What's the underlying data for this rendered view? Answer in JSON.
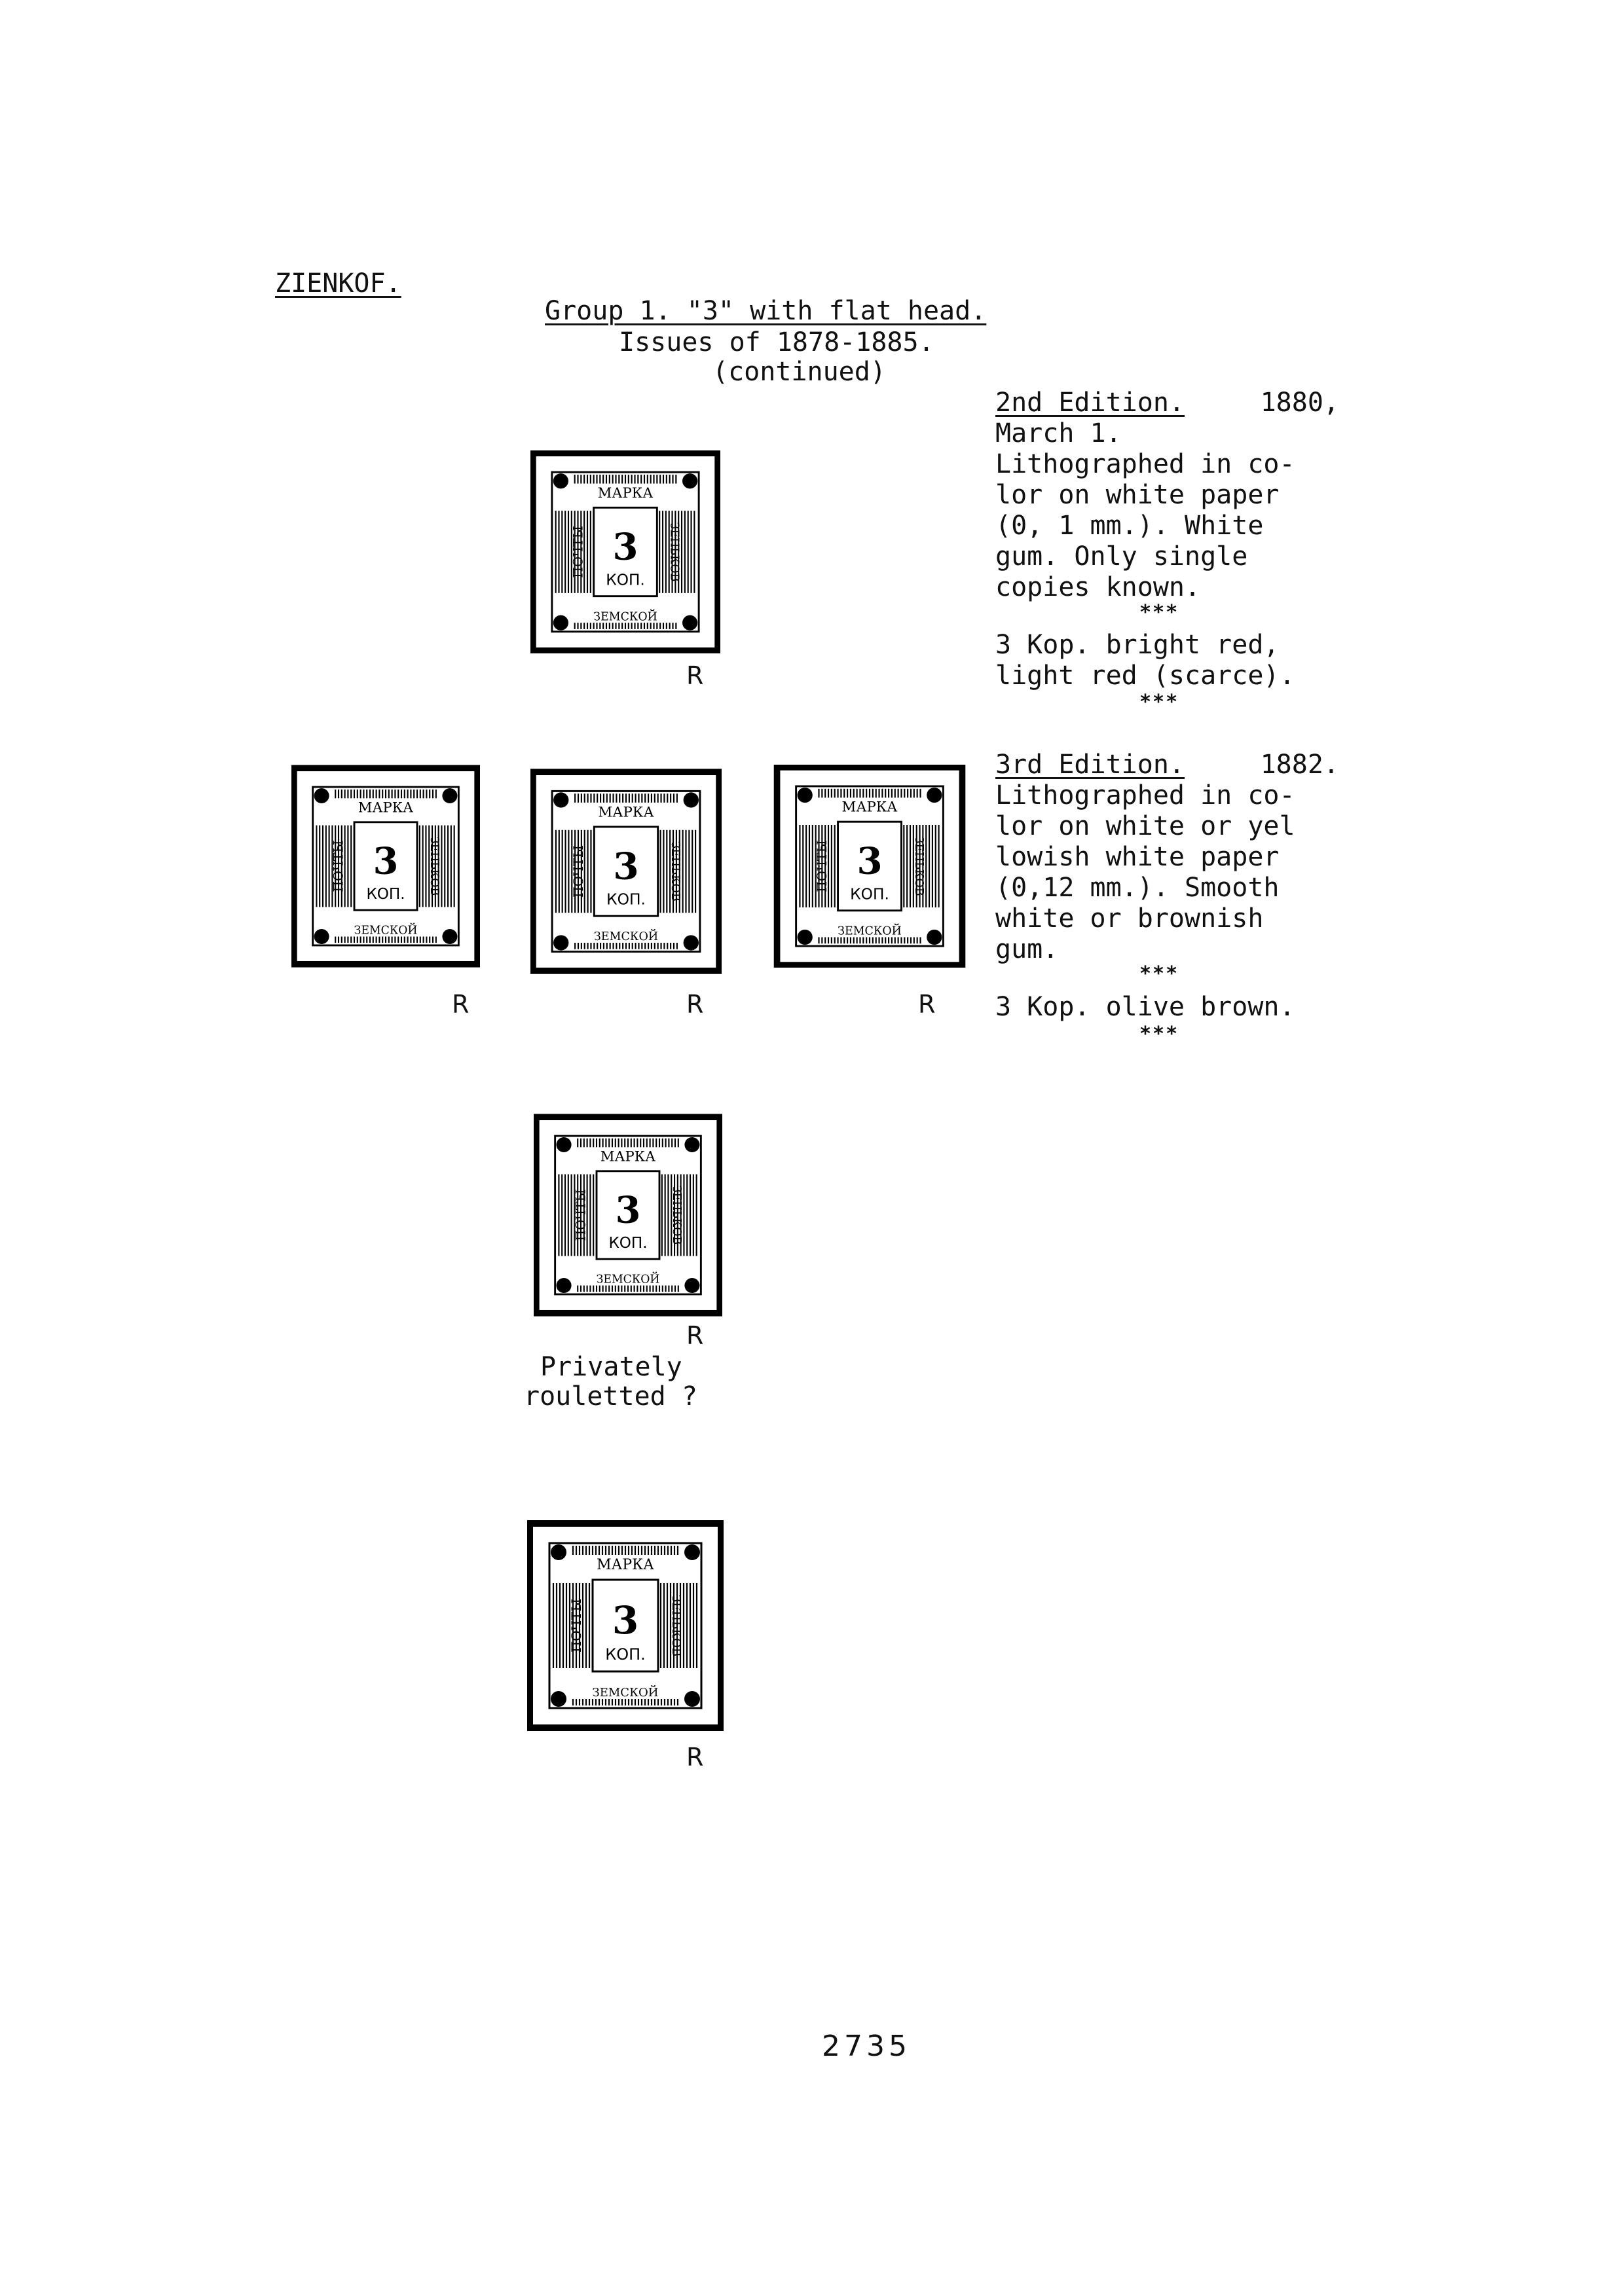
{
  "header": {
    "place": "ZIENKOF.",
    "group_title": "Group 1. \"3\" with flat head.",
    "issues": "Issues of 1878-1885.",
    "continued": "(continued)"
  },
  "edition2": {
    "title": "2nd Edition.",
    "date": "1880,",
    "lines": [
      "March 1.",
      "Lithographed in co-",
      "lor on white paper",
      "(0, 1 mm.). White",
      "gum. Only single",
      "copies known."
    ],
    "stars1": "***",
    "colours": [
      "3 Kop. bright red,",
      "light red (scarce)."
    ],
    "stars2": "***"
  },
  "edition3": {
    "title": "3rd Edition.",
    "date": "1882.",
    "lines": [
      "Lithographed in co-",
      "lor on white or yel",
      "lowish white paper",
      "(0,12 mm.). Smooth",
      "white or brownish",
      "gum."
    ],
    "stars1": "***",
    "colour": "3 Kop. olive brown.",
    "stars2": "***"
  },
  "stamps": {
    "top_words": "МАРКА",
    "left_words": "ПОЧТЫ",
    "right_words": "ЗЕНЬКОВ",
    "bottom_words": "ЗЕМСКОЙ",
    "value": "3",
    "unit": "КОП."
  },
  "marks": {
    "r": "R",
    "privately": "Privately",
    "rouletted": "rouletted ?"
  },
  "page_number": "2735"
}
